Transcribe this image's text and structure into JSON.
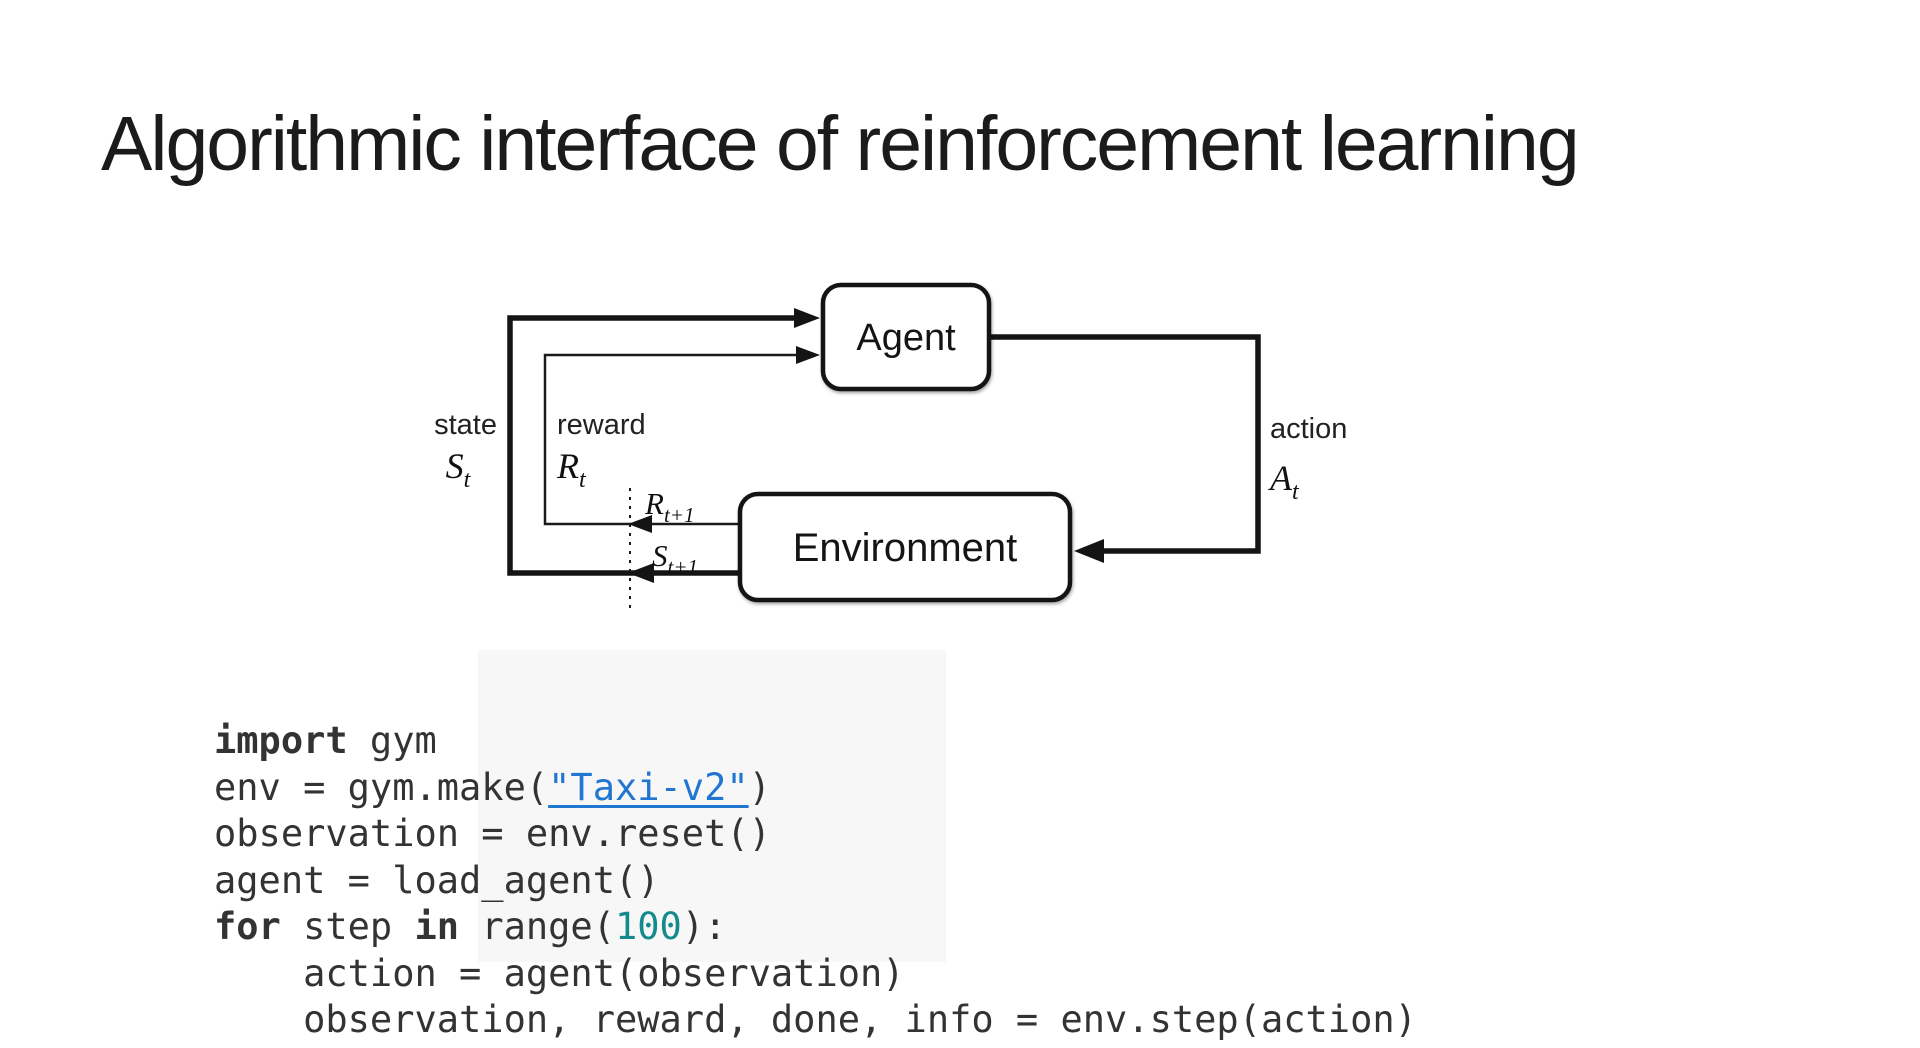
{
  "title": "Algorithmic interface of reinforcement learning",
  "diagram": {
    "agent_label": "Agent",
    "environment_label": "Environment",
    "state_label": "state",
    "reward_label": "reward",
    "action_label": "action",
    "state_var": {
      "base": "S",
      "sub": "t"
    },
    "reward_var": {
      "base": "R",
      "sub": "t"
    },
    "action_var": {
      "base": "A",
      "sub": "t"
    },
    "next_reward_var": {
      "base": "R",
      "sub": "t+1"
    },
    "next_state_var": {
      "base": "S",
      "sub": "t+1"
    }
  },
  "code": {
    "lines": [
      [
        {
          "t": "k",
          "s": "import"
        },
        {
          "t": "p",
          "s": " gym"
        }
      ],
      [
        {
          "t": "p",
          "s": "env = gym.make("
        },
        {
          "t": "l",
          "s": "\"Taxi-v2\""
        },
        {
          "t": "p",
          "s": ")"
        }
      ],
      [
        {
          "t": "p",
          "s": "observation = env.reset()"
        }
      ],
      [
        {
          "t": "p",
          "s": "agent = load_agent()"
        }
      ],
      [
        {
          "t": "k",
          "s": "for"
        },
        {
          "t": "p",
          "s": " step "
        },
        {
          "t": "k",
          "s": "in"
        },
        {
          "t": "p",
          "s": " range("
        },
        {
          "t": "n",
          "s": "100"
        },
        {
          "t": "p",
          "s": "):"
        }
      ],
      [
        {
          "t": "p",
          "s": "    action = agent(observation)"
        }
      ],
      [
        {
          "t": "p",
          "s": "    observation, reward, done, info = env.step(action)"
        }
      ]
    ]
  },
  "colors": {
    "background": "#ffffff",
    "code_backdrop": "#f7f7f7",
    "ink": "#141414",
    "code_text": "#333333",
    "link_blue": "#2176d2",
    "number_teal": "#148a8d"
  }
}
